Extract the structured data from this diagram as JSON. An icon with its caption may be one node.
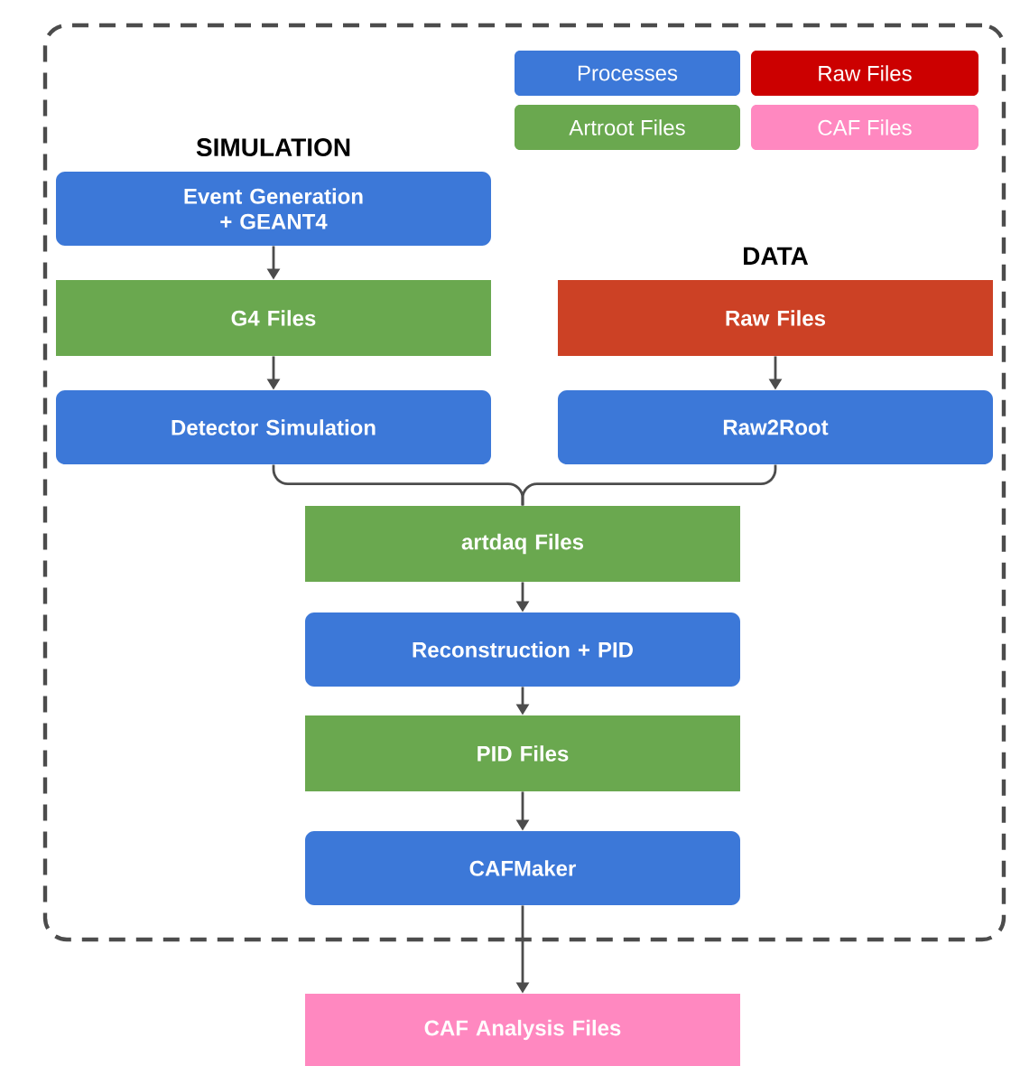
{
  "diagram": {
    "nodes": [
      {
        "text": [],
        "shape": "box"
      },
      {
        "text": [
          "Event Generation + GEANT4"
        ],
        "in": 0,
        "beside": [
          "SIMULATION"
        ]
      },
      {
        "text": [
          "G4 Files"
        ],
        "in": 0
      },
      {
        "text": [
          "Detector Simulation"
        ],
        "in": 0
      },
      {
        "text": [
          "Raw Files"
        ],
        "in": 0,
        "beside": [
          "DATA"
        ]
      },
      {
        "text": [
          "Raw2Root"
        ],
        "in": 0
      },
      {
        "text": [
          "artdaq Files"
        ],
        "in": 0
      },
      {
        "text": [
          "Reconstruction + PID"
        ],
        "in": 0
      },
      {
        "text": [
          "PID Files"
        ],
        "in": 0
      },
      {
        "text": [
          "CAFMaker"
        ],
        "in": 0
      },
      {
        "text": [
          "CAF Analysis Files"
        ]
      }
    ],
    "edges": [
      {
        "from": 1,
        "to": 2,
        "arrow": "to"
      },
      {
        "from": 2,
        "to": 3,
        "arrow": "to"
      },
      {
        "from": 4,
        "to": 5,
        "arrow": "to"
      },
      {
        "from": 3,
        "to": 6,
        "arrow": "none"
      },
      {
        "from": 5,
        "to": 6,
        "arrow": "none"
      },
      {
        "from": 6,
        "to": 7,
        "arrow": "to"
      },
      {
        "from": 7,
        "to": 8,
        "arrow": "to"
      },
      {
        "from": 8,
        "to": 9,
        "arrow": "to"
      },
      {
        "from": 9,
        "to": 10,
        "arrow": "to"
      }
    ],
    "legend": [
      {
        "text": "Processes",
        "color": "#3c78d8"
      },
      {
        "text": "Raw Files",
        "color": "#cc0000"
      },
      {
        "text": "Artroot Files",
        "color": "#6aa84f"
      },
      {
        "text": "CAF Files",
        "color": "#ff88c0"
      }
    ]
  }
}
